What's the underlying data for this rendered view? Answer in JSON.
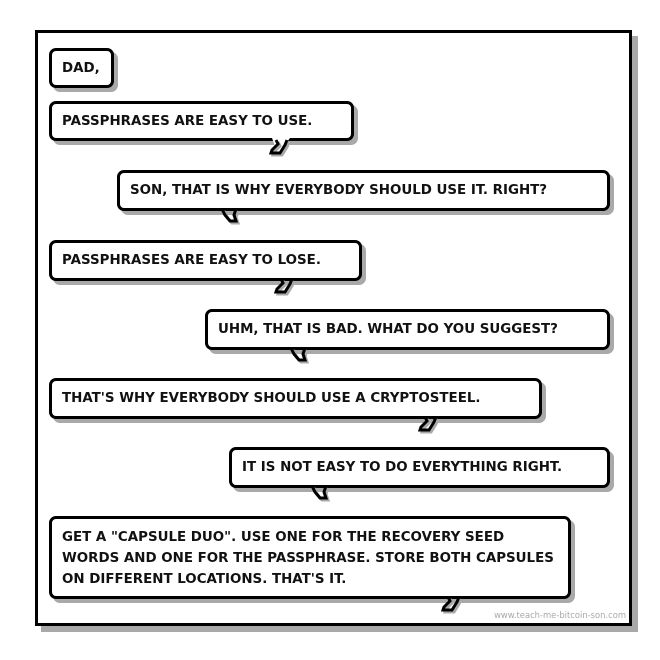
{
  "comic": {
    "credit": "www.teach-me-bitcoin-son.com",
    "bubbles": [
      {
        "speaker": "son",
        "text": "DAD,"
      },
      {
        "speaker": "son",
        "text": "PASSPHRASES ARE EASY TO USE."
      },
      {
        "speaker": "dad",
        "text": "SON, THAT IS WHY EVERYBODY SHOULD USE IT. RIGHT?"
      },
      {
        "speaker": "son",
        "text": "PASSPHRASES ARE EASY TO LOSE."
      },
      {
        "speaker": "dad",
        "text": "UHM, THAT IS BAD. WHAT DO YOU SUGGEST?"
      },
      {
        "speaker": "son",
        "text": "THAT'S WHY EVERYBODY SHOULD USE A CRYPTOSTEEL."
      },
      {
        "speaker": "dad",
        "text": "IT IS NOT EASY TO DO EVERYTHING RIGHT."
      },
      {
        "speaker": "son",
        "text": "GET A \"CAPSULE DUO\". USE ONE FOR THE RECOVERY SEED WORDS AND ONE FOR THE PASSPHRASE. STORE BOTH CAPSULES ON DIFFERENT LOCATIONS. THAT'S IT."
      }
    ]
  }
}
